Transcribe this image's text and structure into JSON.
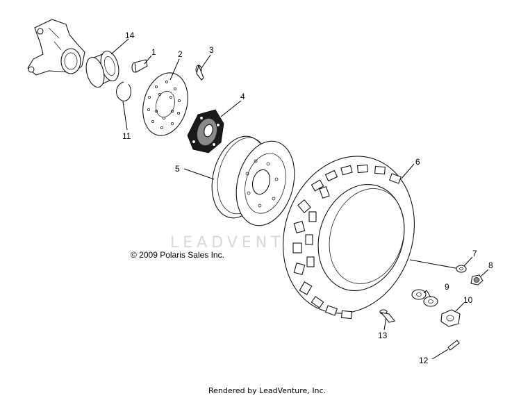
{
  "diagram": {
    "watermark": "LEADVENTURE",
    "copyright": "© 2009 Polaris Sales Inc.",
    "footer": "Rendered by LeadVenture, Inc.",
    "callouts": {
      "c1": "1",
      "c2": "2",
      "c3": "3",
      "c4": "4",
      "c5": "5",
      "c6": "6",
      "c7": "7",
      "c8": "8",
      "c9": "9",
      "c10": "10",
      "c11": "11",
      "c12": "12",
      "c13": "13",
      "c14": "14"
    }
  }
}
